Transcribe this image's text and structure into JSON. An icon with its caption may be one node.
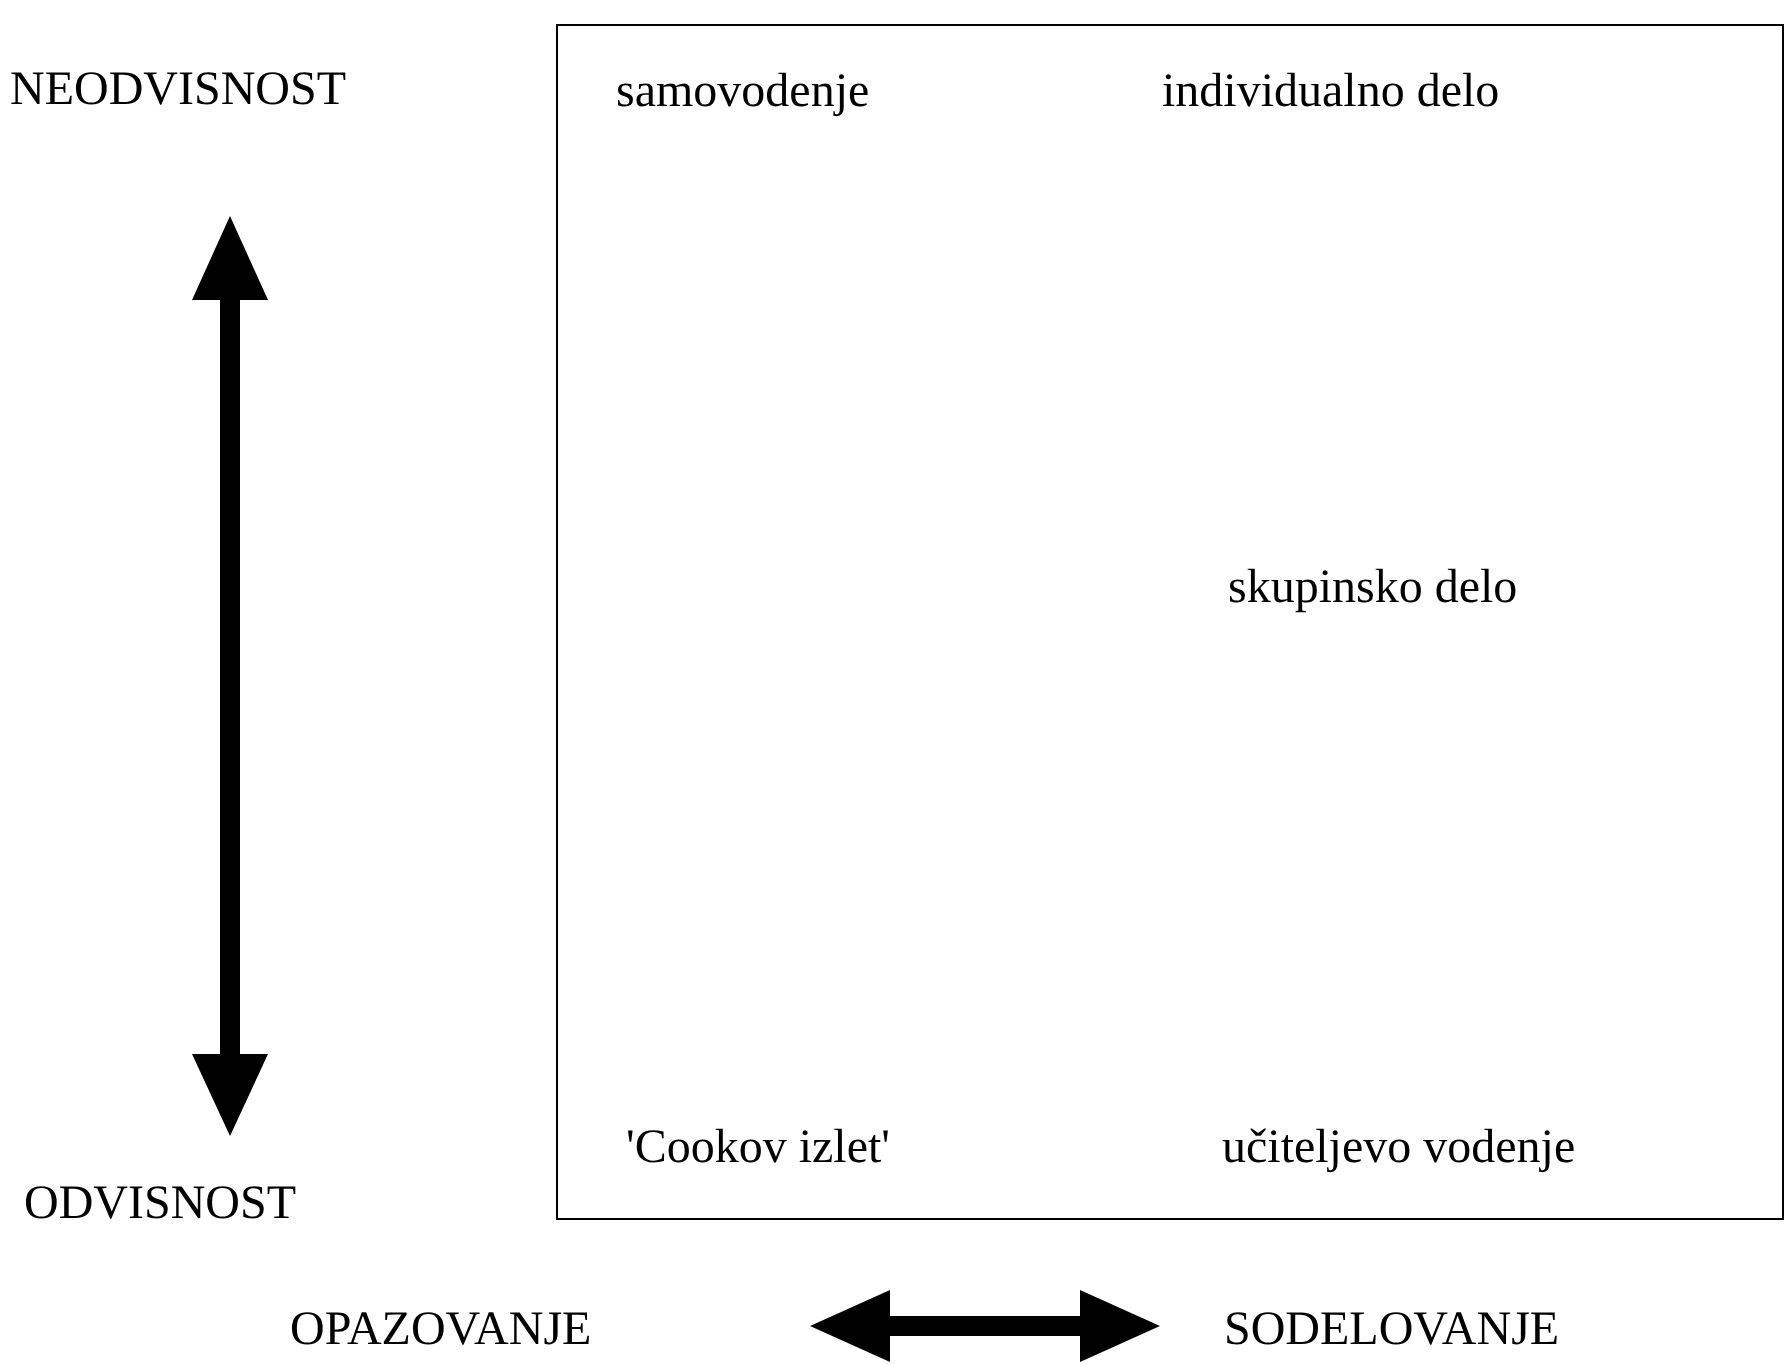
{
  "diagram": {
    "nodes": [
      {
        "text": [
          "samovodenje",
          "individualno delo",
          "skupinsko delo",
          "'Cookov izlet'",
          "učiteljevo vodenje"
        ]
      }
    ],
    "edges": [],
    "labels": [
      "NEODVISNOST",
      "ODVISNOST",
      "OPAZOVANJE",
      "SODELOVANJE"
    ]
  }
}
